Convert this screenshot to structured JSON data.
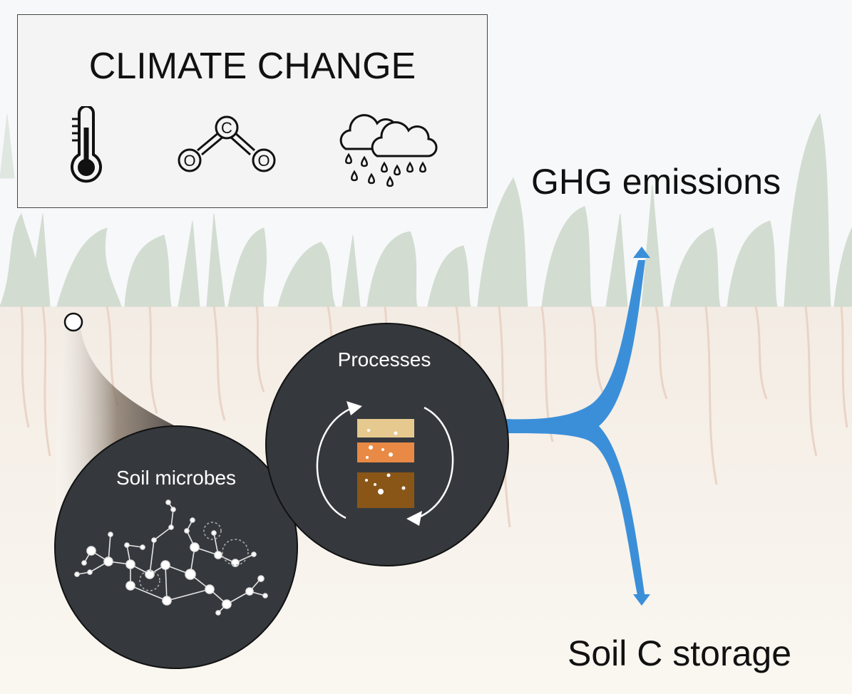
{
  "climate_box": {
    "title": "CLIMATE CHANGE",
    "icons": [
      "thermometer-icon",
      "co2-molecule-icon",
      "rain-clouds-icon"
    ],
    "co2_atoms": {
      "center": "C",
      "left": "O",
      "right": "O"
    }
  },
  "outputs": {
    "top": "GHG emissions",
    "bottom": "Soil C storage"
  },
  "circles": {
    "microbes": "Soil microbes",
    "processes": "Processes"
  },
  "colors": {
    "vegetation": "#c7d3c5",
    "roots": "#e6cdbd",
    "soil_band": "#f4efe7",
    "circle_fill": "#35393e",
    "arrow": "#3b8fd9",
    "layer_top": "#e6c98f",
    "layer_middle": "#e88a45",
    "layer_bottom": "#8a5618"
  }
}
